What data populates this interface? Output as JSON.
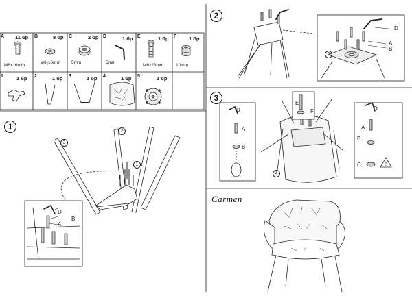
{
  "hardware": [
    {
      "code": "A",
      "count": "11 бр",
      "size": "M6x16mm",
      "icon": "bolt-icon"
    },
    {
      "code": "B",
      "count": "8 бр",
      "size": "ø6ᵪ16mm",
      "icon": "washer-icon"
    },
    {
      "code": "C",
      "count": "2 бр",
      "size": "5mm",
      "icon": "spacer-icon"
    },
    {
      "code": "D",
      "count": "1 бр",
      "size": "5mm",
      "icon": "allen-key-icon"
    },
    {
      "code": "E",
      "count": "1 бр",
      "size": "M6x23mm",
      "icon": "long-bolt-icon"
    },
    {
      "code": "F",
      "count": "1 бр",
      "size": "10mm",
      "icon": "cap-icon"
    }
  ],
  "parts": [
    {
      "code": "1",
      "count": "1 бр",
      "icon": "cross-bracket-icon"
    },
    {
      "code": "2",
      "count": "1 бр",
      "icon": "front-leg-icon"
    },
    {
      "code": "3",
      "count": "1 бр",
      "icon": "rear-leg-icon"
    },
    {
      "code": "4",
      "count": "1 бр",
      "icon": "seat-icon"
    },
    {
      "code": "5",
      "count": "1 бр",
      "icon": "swivel-plate-icon"
    }
  ],
  "steps": [
    "1",
    "2",
    "3"
  ],
  "callouts": {
    "step1_leg_left": "3",
    "step1_leg_mid": "2",
    "step1_bracket": "1",
    "step2_plate": "5",
    "step3_seat": "4"
  },
  "letters": {
    "A": "A",
    "B": "B",
    "C": "C",
    "D": "D",
    "E": "E",
    "F": "F"
  },
  "model_name": "Carmen"
}
